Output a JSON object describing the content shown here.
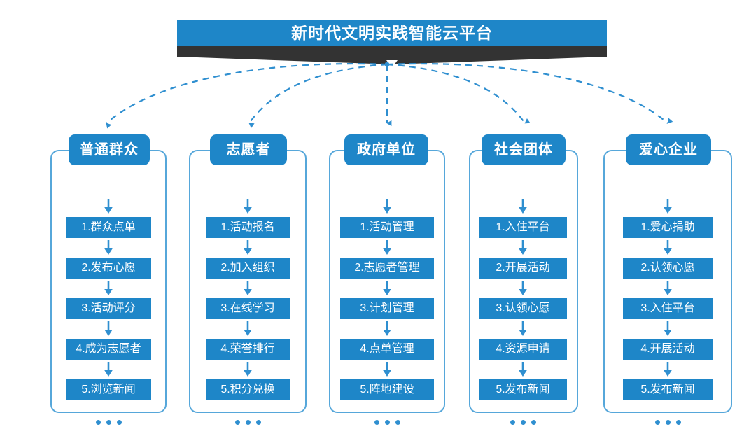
{
  "theme": {
    "blue": "#1e86c8",
    "card_border": "#56a7da",
    "banner_shadow": "#333333",
    "text_on_blue": "#ffffff",
    "background": "#ffffff"
  },
  "banner": {
    "title": "新时代文明实践智能云平台",
    "caret_icon": "chevron-down-icon"
  },
  "columns": [
    {
      "id": "public",
      "header": "普通群众",
      "items": [
        "1.群众点单",
        "2.发布心愿",
        "3.活动评分",
        "4.成为志愿者",
        "5.浏览新闻"
      ],
      "more": "…"
    },
    {
      "id": "volunteer",
      "header": "志愿者",
      "items": [
        "1.活动报名",
        "2.加入组织",
        "3.在线学习",
        "4.荣誉排行",
        "5.积分兑换"
      ],
      "more": "…"
    },
    {
      "id": "government",
      "header": "政府单位",
      "items": [
        "1.活动管理",
        "2.志愿者管理",
        "3.计划管理",
        "4.点单管理",
        "5.阵地建设"
      ],
      "more": "…"
    },
    {
      "id": "social-group",
      "header": "社会团体",
      "items": [
        "1.入住平台",
        "2.开展活动",
        "3.认领心愿",
        "4.资源申请",
        "5.发布新闻"
      ],
      "more": "…"
    },
    {
      "id": "caring-enterprise",
      "header": "爱心企业",
      "items": [
        "1.爱心捐助",
        "2.认领心愿",
        "3.入住平台",
        "4.开展活动",
        "5.发布新闻"
      ],
      "more": "…"
    }
  ]
}
